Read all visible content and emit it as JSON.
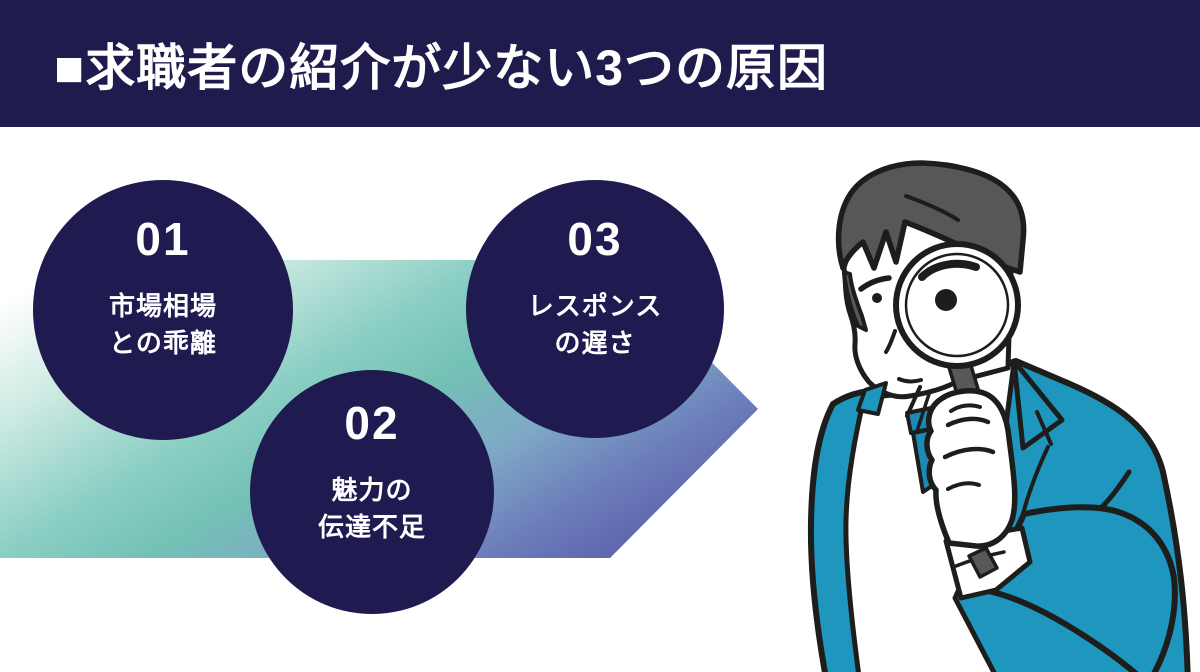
{
  "header": {
    "title": "■求職者の紹介が少ない3つの原因"
  },
  "causes": [
    {
      "number": "01",
      "label_line1": "市場相場",
      "label_line2": "との乖離"
    },
    {
      "number": "02",
      "label_line1": "魅力の",
      "label_line2": "伝達不足"
    },
    {
      "number": "03",
      "label_line1": "レスポンス",
      "label_line2": "の遅さ"
    }
  ],
  "colors": {
    "header_bg": "#201b4d",
    "circle_bg": "#1f1a4f",
    "text_on_dark": "#ffffff",
    "arrow_teal": "#74c1b6",
    "arrow_purple": "#5a5ea8",
    "suit_teal": "#1e96be",
    "tie_teal": "#1c8ab6",
    "hair_gray": "#59565a",
    "handle_gray": "#5a5758",
    "outline": "#1d1d1b"
  },
  "illustration": {
    "name": "man-looking-through-magnifying-glass"
  }
}
